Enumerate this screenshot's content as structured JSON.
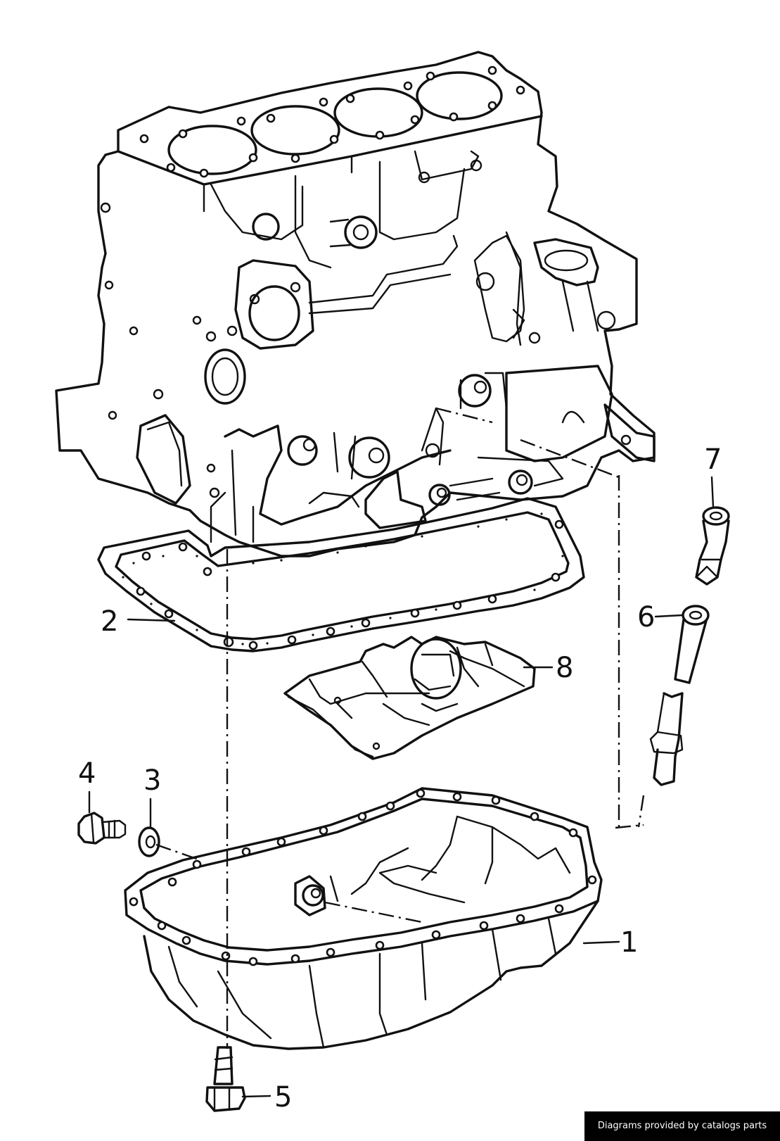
{
  "callouts": {
    "p1": "1",
    "p2": "2",
    "p3": "3",
    "p4": "4",
    "p5": "5",
    "p6": "6",
    "p7": "7",
    "p8": "8"
  },
  "credit": "Diagrams provided by catalogs parts"
}
